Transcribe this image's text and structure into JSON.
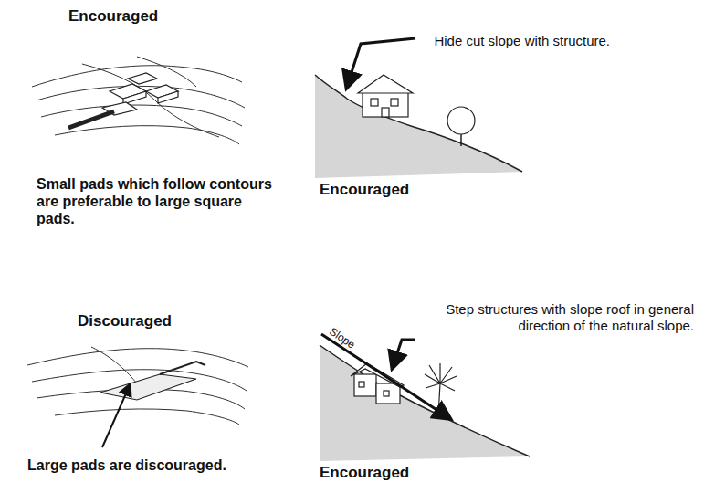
{
  "diagram": {
    "labels": [
      "Encouraged",
      "Hide cut slope with structure.",
      "Small pads which follow contours are preferable to large square pads.",
      "Encouraged",
      "Discouraged",
      "Step structures with slope roof in general direction of the natural slope.",
      "Slope",
      "Large pads are discouraged.",
      "Encouraged"
    ]
  }
}
